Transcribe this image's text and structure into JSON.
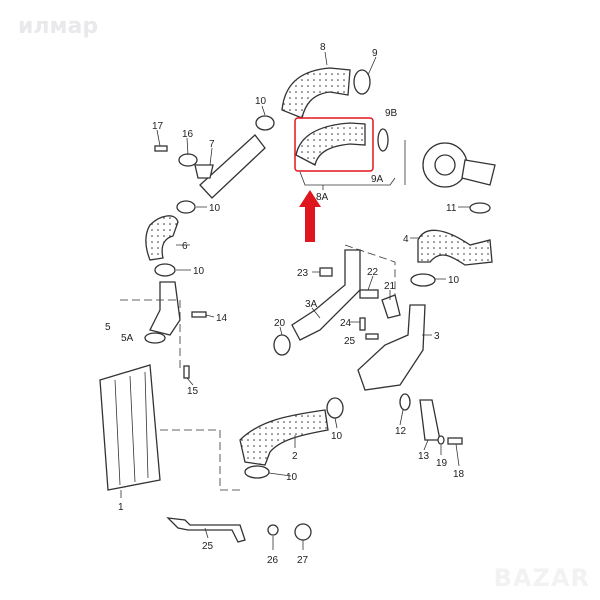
{
  "watermark_top": "илмар",
  "watermark_bottom": "BAZAR",
  "highlight_color": "#e0161e",
  "labels": [
    "8",
    "9",
    "10",
    "9B",
    "17",
    "16",
    "7",
    "8A",
    "9A",
    "10",
    "11",
    "6",
    "10",
    "4",
    "23",
    "22",
    "10",
    "21",
    "3A",
    "5",
    "14",
    "20",
    "24",
    "3",
    "5A",
    "25",
    "15",
    "1",
    "12",
    "10",
    "2",
    "13",
    "19",
    "18",
    "10",
    "25",
    "26",
    "27"
  ]
}
